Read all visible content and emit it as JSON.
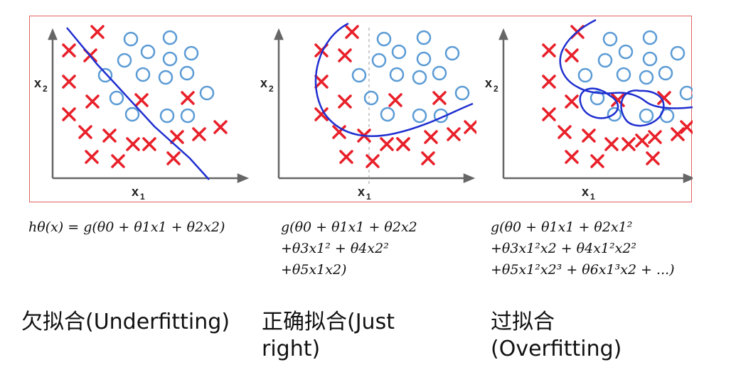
{
  "panels": [
    {
      "id": "underfitting",
      "x_axis_label": "x",
      "x_axis_sub": "1",
      "y_axis_label": "x",
      "y_axis_sub": "2",
      "formula_lines": [
        "hθ(x) = g(θ0 + θ1x1 + θ2x2)"
      ],
      "caption": "欠拟合(Underfitting)"
    },
    {
      "id": "just-right",
      "x_axis_label": "x",
      "x_axis_sub": "1",
      "y_axis_label": "x",
      "y_axis_sub": "2",
      "formula_lines": [
        "g(θ0 + θ1x1 + θ2x2",
        "+θ3x1² + θ4x2²",
        "+θ5x1x2)"
      ],
      "caption": "正确拟合(Just right)"
    },
    {
      "id": "overfitting",
      "x_axis_label": "x",
      "x_axis_sub": "1",
      "y_axis_label": "x",
      "y_axis_sub": "2",
      "formula_lines": [
        "g(θ0 + θ1x1 + θ2x1²",
        "+θ3x1²x2 + θ4x1²x2²",
        "+θ5x1²x2³ + θ6x1³x2 + ...)"
      ],
      "caption": "过拟合(Overfitting)"
    }
  ],
  "colors": {
    "cross": "#e8202a",
    "circle": "#5b9bd5",
    "boundary": "#1f2fd0",
    "frame": "#e06060",
    "axis": "#666666"
  }
}
